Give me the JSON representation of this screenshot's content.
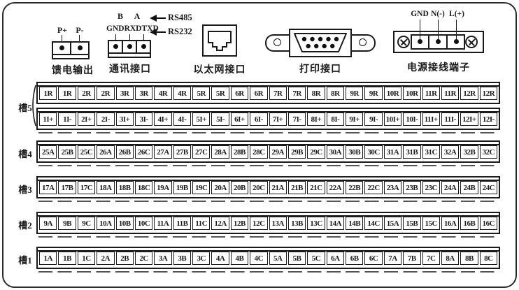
{
  "panel": {
    "feed": {
      "caption": "馈电输出",
      "pins": [
        "P+",
        "P-"
      ]
    },
    "comm": {
      "caption": "通讯接口",
      "top_pins": [
        "B",
        "A"
      ],
      "pins": [
        "GND",
        "RXD",
        "TXD"
      ],
      "arrow_top": "RS485",
      "arrow_bottom": "RS232"
    },
    "ethernet": {
      "caption": "以太网接口"
    },
    "printer": {
      "caption": "打印接口"
    },
    "power": {
      "caption": "电源接线端子",
      "pins": [
        "GND",
        "N(-)",
        "L(+)"
      ]
    }
  },
  "slots": {
    "slot5": {
      "label": "槽5",
      "row_top": [
        "1R",
        "1R",
        "2R",
        "2R",
        "3R",
        "3R",
        "4R",
        "4R",
        "5R",
        "5R",
        "6R",
        "6R",
        "7R",
        "7R",
        "8R",
        "8R",
        "9R",
        "9R",
        "10R",
        "10R",
        "11R",
        "11R",
        "12R",
        "12R"
      ],
      "row_bottom": [
        "1I+",
        "1I-",
        "2I+",
        "2I-",
        "3I+",
        "3I-",
        "4I+",
        "4I-",
        "5I+",
        "5I-",
        "6I+",
        "6I-",
        "7I+",
        "7I-",
        "8I+",
        "8I-",
        "9I+",
        "9I-",
        "10I+",
        "10I-",
        "11I+",
        "11I-",
        "12I+",
        "12I-"
      ]
    },
    "slot4": {
      "label": "槽4",
      "cells": [
        "25A",
        "25B",
        "25C",
        "26A",
        "26B",
        "26C",
        "27A",
        "27B",
        "27C",
        "28A",
        "28B",
        "28C",
        "29A",
        "29B",
        "29C",
        "30A",
        "30B",
        "30C",
        "31A",
        "31B",
        "31C",
        "32A",
        "32B",
        "32C"
      ]
    },
    "slot3": {
      "label": "槽3",
      "cells": [
        "17A",
        "17B",
        "17C",
        "18A",
        "18B",
        "18C",
        "19A",
        "19B",
        "19C",
        "20A",
        "20B",
        "20C",
        "21A",
        "21B",
        "21C",
        "22A",
        "22B",
        "22C",
        "23A",
        "23B",
        "23C",
        "24A",
        "24B",
        "24C"
      ]
    },
    "slot2": {
      "label": "槽2",
      "cells": [
        "9A",
        "9B",
        "9C",
        "10A",
        "10B",
        "10C",
        "11A",
        "11B",
        "11C",
        "12A",
        "12B",
        "12C",
        "13A",
        "13B",
        "13C",
        "14A",
        "14B",
        "14C",
        "15A",
        "15B",
        "15C",
        "16A",
        "16B",
        "16C"
      ]
    },
    "slot1": {
      "label": "槽1",
      "cells": [
        "1A",
        "1B",
        "1C",
        "2A",
        "2B",
        "2C",
        "3A",
        "3B",
        "3C",
        "4A",
        "4B",
        "4C",
        "5A",
        "5B",
        "5C",
        "6A",
        "6B",
        "6C",
        "7A",
        "7B",
        "7C",
        "8A",
        "8B",
        "8C"
      ]
    }
  },
  "colors": {
    "line": "#1a1a1a",
    "background": "#ffffff"
  }
}
